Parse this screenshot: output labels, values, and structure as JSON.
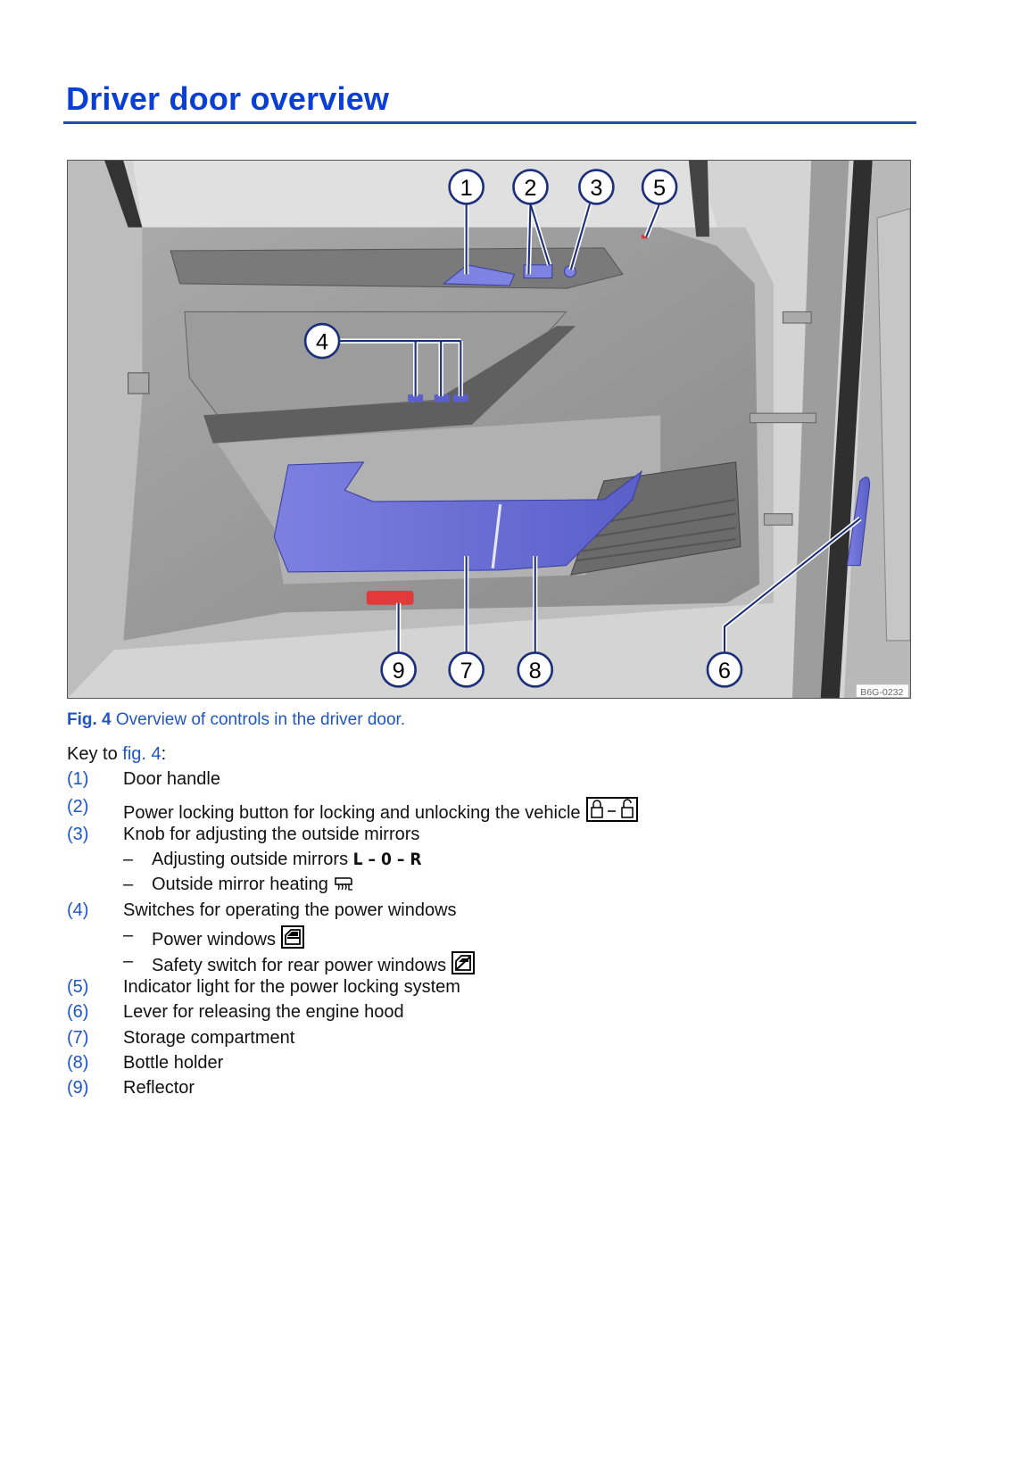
{
  "page": {
    "title": "Driver door overview"
  },
  "figure": {
    "callouts": [
      "1",
      "2",
      "3",
      "5",
      "4",
      "9",
      "7",
      "8",
      "6"
    ],
    "code": "B6G-0232",
    "caption_label": "Fig. 4",
    "caption_text": "Overview of controls in the driver door."
  },
  "key": {
    "intro": "Key to ",
    "link": "fig. 4",
    "colon": ":",
    "items": [
      {
        "num": "(1)",
        "text": "Door handle"
      },
      {
        "num": "(2)",
        "text": "Power locking button for locking and unlocking the vehicle",
        "icon": "lock-unlock-icon"
      },
      {
        "num": "(3)",
        "text": "Knob for adjusting the outside mirrors"
      },
      {
        "dash": "–",
        "text": "Adjusting outside mirrors",
        "symbol": "L – 0 – R"
      },
      {
        "dash": "–",
        "text": "Outside mirror heating",
        "icon": "mirror-heating-icon"
      },
      {
        "num": "(4)",
        "text": "Switches for operating the power windows"
      },
      {
        "dash": "–",
        "text": "Power windows",
        "icon": "power-window-icon"
      },
      {
        "dash": "–",
        "text": "Safety switch for rear power windows",
        "icon": "rear-window-lock-icon"
      },
      {
        "num": "(5)",
        "text": "Indicator light for the power locking system"
      },
      {
        "num": "(6)",
        "text": "Lever for releasing the engine hood"
      },
      {
        "num": "(7)",
        "text": "Storage compartment"
      },
      {
        "num": "(8)",
        "text": "Bottle holder"
      },
      {
        "num": "(9)",
        "text": "Reflector"
      }
    ]
  },
  "colors": {
    "heading": "#0a3fd6",
    "link": "#1f55c8",
    "rule": "#1f4ea3",
    "highlight": "#6f74d8",
    "callout": "#1c2f7a"
  }
}
